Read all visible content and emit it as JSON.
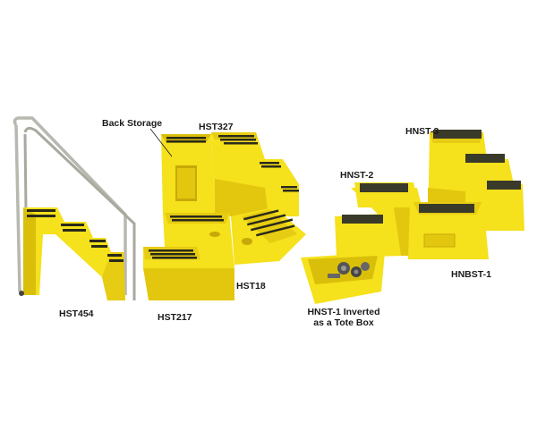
{
  "labels": {
    "back_storage": "Back Storage",
    "hst327": "HST327",
    "hst454": "HST454",
    "hst217": "HST217",
    "hst18": "HST18",
    "hnst3": "HNST-3",
    "hnst2": "HNST-2",
    "hnbst1": "HNBST-1",
    "hnst1_inverted_line1": "HNST-1 Inverted",
    "hnst1_inverted_line2": "as a Tote Box"
  },
  "colors": {
    "background": "#ffffff",
    "plastic_yellow": "#f5e11c",
    "plastic_shadow": "#d9bf0a",
    "tread": "#2a2a1a",
    "handrail": "#b8b8b0",
    "label_text": "#1a1a1a"
  }
}
